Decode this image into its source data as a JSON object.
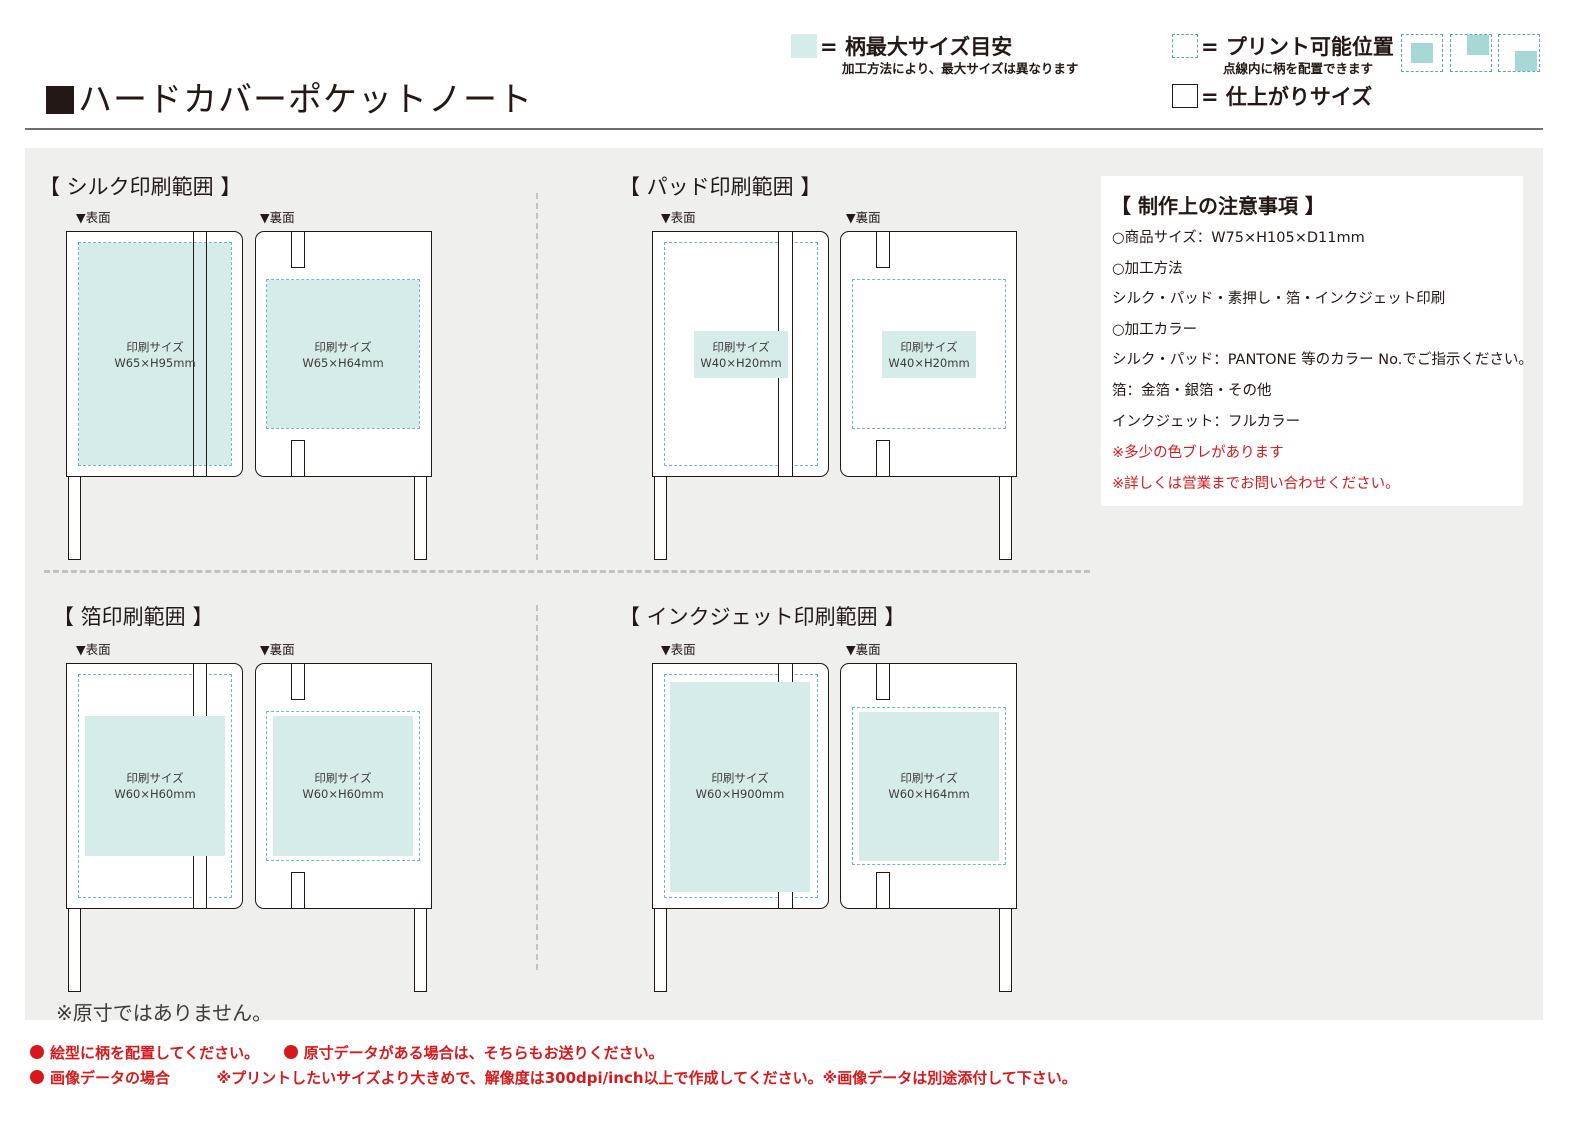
{
  "header": {
    "title": "ハードカバーポケットノート"
  },
  "legend": {
    "max_size_label": "= 柄最大サイズ目安",
    "max_size_sub": "加工方法により、最大サイズは異なります",
    "print_area_label": "= プリント可能位置",
    "print_area_sub": "点線内に柄を配置できます",
    "finished_label": "= 仕上がりサイズ"
  },
  "sections": {
    "silk": {
      "title": "【 シルク印刷範囲 】",
      "front_label": "▼表面",
      "back_label": "▼裏面",
      "front_size_title": "印刷サイズ",
      "front_size": "W65×H95mm",
      "back_size_title": "印刷サイズ",
      "back_size": "W65×H64mm"
    },
    "pad": {
      "title": "【 パッド印刷範囲 】",
      "front_label": "▼表面",
      "back_label": "▼裏面",
      "front_size_title": "印刷サイズ",
      "front_size": "W40×H20mm",
      "back_size_title": "印刷サイズ",
      "back_size": "W40×H20mm"
    },
    "foil": {
      "title": "【 箔印刷範囲 】",
      "front_label": "▼表面",
      "back_label": "▼裏面",
      "front_size_title": "印刷サイズ",
      "front_size": "W60×H60mm",
      "back_size_title": "印刷サイズ",
      "back_size": "W60×H60mm"
    },
    "inkjet": {
      "title": "【 インクジェット印刷範囲 】",
      "front_label": "▼表面",
      "back_label": "▼裏面",
      "front_size_title": "印刷サイズ",
      "front_size": "W60×H900mm",
      "back_size_title": "印刷サイズ",
      "back_size": "W60×H64mm"
    }
  },
  "notes": {
    "title": "【 制作上の注意事項 】",
    "lines": [
      "○商品サイズ：W75×H105×D11mm",
      "○加工方法",
      "シルク・パッド・素押し・箔・インクジェット印刷",
      "○加工カラー",
      "シルク・パッド：PANTONE 等のカラー No.でご指示ください。",
      "箔：金箔・銀箔・その他",
      "インクジェット：フルカラー",
      "※多少の色ブレがあります",
      "※詳しくは営業までお問い合わせください。"
    ]
  },
  "disclaimer": "※原寸ではありません。",
  "footer": {
    "line1_a": "絵型に柄を配置してください。",
    "line1_b": "原寸データがある場合は、そちらもお送りください。",
    "line2_a": "画像データの場合",
    "line2_b": "※プリントしたいサイズより大きめで、解像度は300dpi/inch以上で作成してください。※画像データは別途添付して下さい。"
  },
  "colors": {
    "fill": "#d6ecea",
    "dash": "#6fb8c2",
    "red": "#d7191c",
    "panel": "#efefed"
  }
}
